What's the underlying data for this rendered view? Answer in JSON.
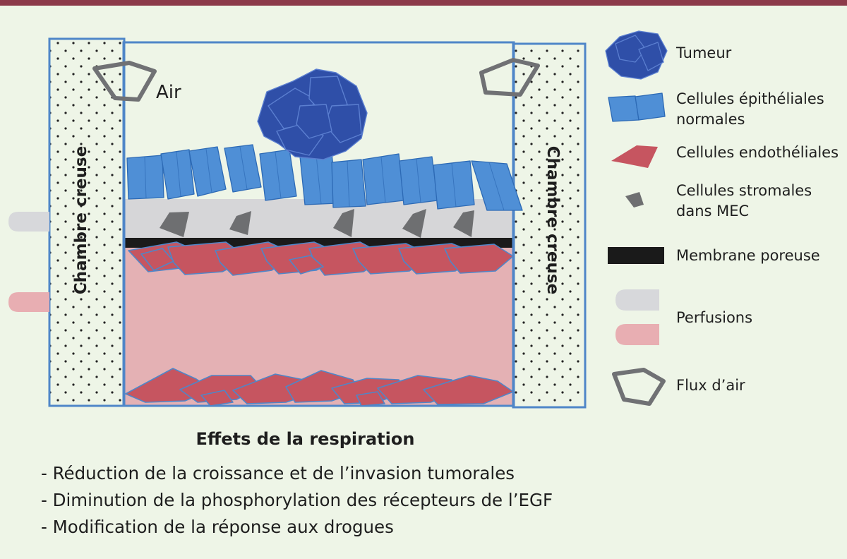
{
  "chamber": {
    "left_label": "Chambre creuse",
    "right_label": "Chambre creuse",
    "air_label": "Air"
  },
  "legend": {
    "tumor": "Tumeur",
    "epithelial": [
      "Cellules épithéliales",
      "normales"
    ],
    "endothelial": "Cellules endothéliales",
    "stromal": [
      "Cellules stromales",
      "dans MEC"
    ],
    "membrane": "Membrane poreuse",
    "perfusions": "Perfusions",
    "airflow": "Flux d’air"
  },
  "effects": {
    "title": "Effets de la respiration",
    "items": [
      "- Réduction de la croissance et de l’invasion tumorales",
      "- Diminution de  la phosphorylation des récepteurs de l’EGF",
      "- Modification de la réponse aux drogues"
    ]
  },
  "colors": {
    "frame": "#4f86c8",
    "ecm": "#d6d6d8",
    "vessel": "#e4b1b4",
    "endothelial": "#c65560",
    "epithelial": "#4f8fd6",
    "tumor": "#2f4fa8",
    "stromal": "#6e6f71",
    "membrane": "#1a1a1a",
    "airflow": "#707174",
    "topbar": "#8c3a4a"
  }
}
